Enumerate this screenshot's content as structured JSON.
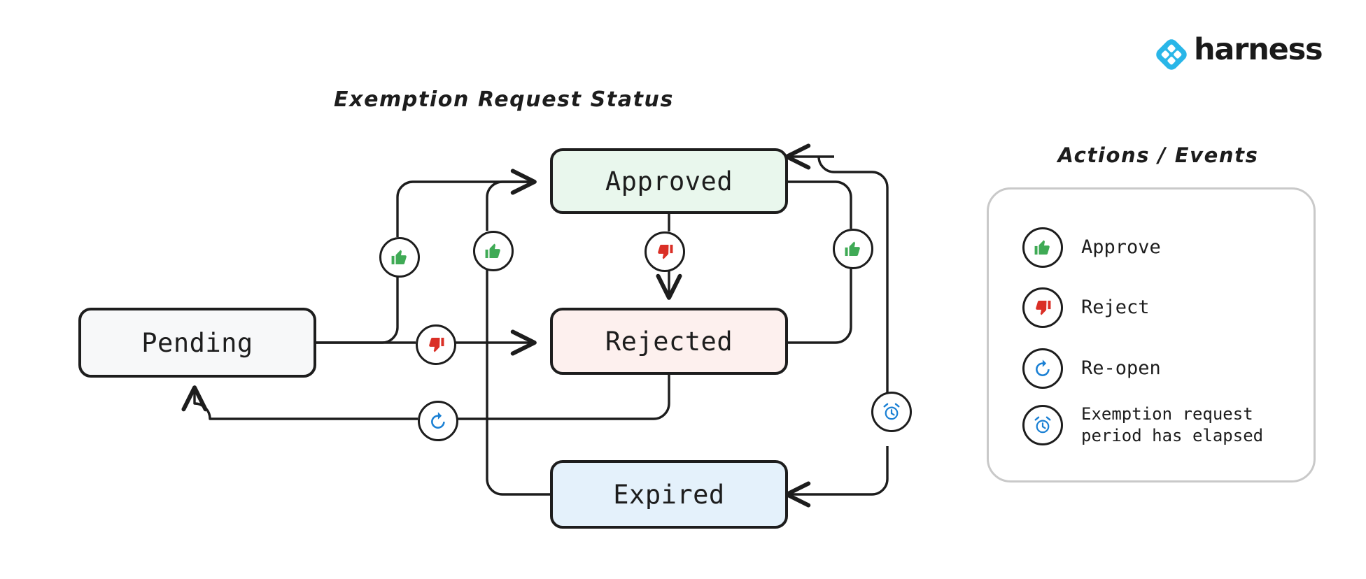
{
  "brand": {
    "name": "harness",
    "logo_icon": "harness-diamond-logo",
    "logo_color": "#29b6e8",
    "wordmark_color": "#1a1a1a"
  },
  "diagram": {
    "title": "Exemption Request Status",
    "type": "state-machine",
    "states": [
      {
        "id": "pending",
        "label": "Pending",
        "fill": "#f7f8f9",
        "stroke": "#1d1d1d"
      },
      {
        "id": "approved",
        "label": "Approved",
        "fill": "#e9f7ed",
        "stroke": "#1d1d1d"
      },
      {
        "id": "rejected",
        "label": "Rejected",
        "fill": "#fdf0ee",
        "stroke": "#1d1d1d"
      },
      {
        "id": "expired",
        "label": "Expired",
        "fill": "#e4f1fb",
        "stroke": "#1d1d1d"
      }
    ],
    "transitions": [
      {
        "from": "pending",
        "to": "approved",
        "action": "approve"
      },
      {
        "from": "pending",
        "to": "rejected",
        "action": "reject"
      },
      {
        "from": "approved",
        "to": "rejected",
        "action": "reject"
      },
      {
        "from": "rejected",
        "to": "approved",
        "action": "approve"
      },
      {
        "from": "expired",
        "to": "approved",
        "action": "approve"
      },
      {
        "from": "rejected",
        "to": "pending",
        "action": "reopen"
      },
      {
        "from": "approved",
        "to": "expired",
        "action": "expire"
      }
    ]
  },
  "legend": {
    "title": "Actions / Events",
    "items": [
      {
        "id": "approve",
        "icon": "thumbs-up-icon",
        "label": "Approve",
        "color": "#3faa55"
      },
      {
        "id": "reject",
        "icon": "thumbs-down-icon",
        "label": "Reject",
        "color": "#da2f26"
      },
      {
        "id": "reopen",
        "icon": "reopen-arrow-icon",
        "label": "Re-open",
        "color": "#1a80d4"
      },
      {
        "id": "expire",
        "icon": "alarm-clock-icon",
        "label": "Exemption request\nperiod has elapsed",
        "color": "#1a80d4"
      }
    ]
  },
  "colors": {
    "ink": "#1d1d1d",
    "green": "#3faa55",
    "red": "#da2f26",
    "blue": "#1a80d4",
    "panel_border": "#c9c9c9",
    "background": "#ffffff"
  }
}
